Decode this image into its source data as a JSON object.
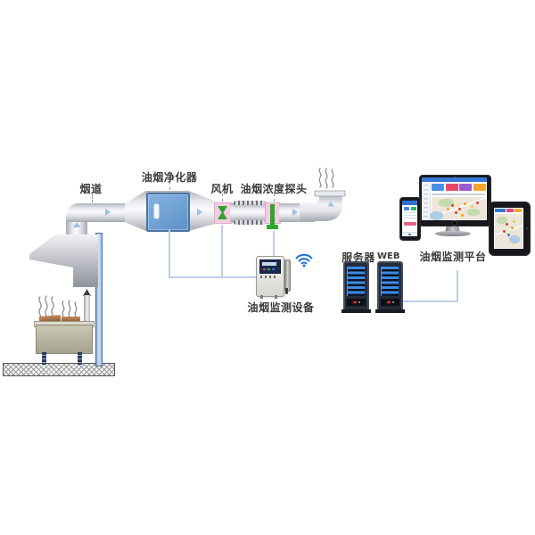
{
  "labels": {
    "flue": "烟道",
    "purifier": "油烟净化器",
    "fan": "风机",
    "probe": "油烟浓度探头",
    "device": "油烟监测设备",
    "server": "服务器",
    "web": "WEB",
    "platform": "油烟监测平台"
  },
  "icons": {
    "wifi": "wifi-icon",
    "smoke_outlet": "smoke-icon",
    "smoke_stove": "smoke-icon",
    "flow_arrows": "flow-arrow-icon"
  },
  "colors": {
    "duct_grey": "#c9ccd2",
    "purifier_blue": "#6a9fd8",
    "sensor_pink": "#f5cde2",
    "sensor_green": "#2fa52f",
    "connection_line": "#bccfe8",
    "wifi_blue": "#1e6fd0",
    "server_bar_blue": "#3b8ae6",
    "card_blue": "#4a90e2",
    "card_red": "#e8486a",
    "card_purple": "#9a5bd2",
    "card_orange": "#f5a62b",
    "label_text": "#3a3a3a"
  }
}
